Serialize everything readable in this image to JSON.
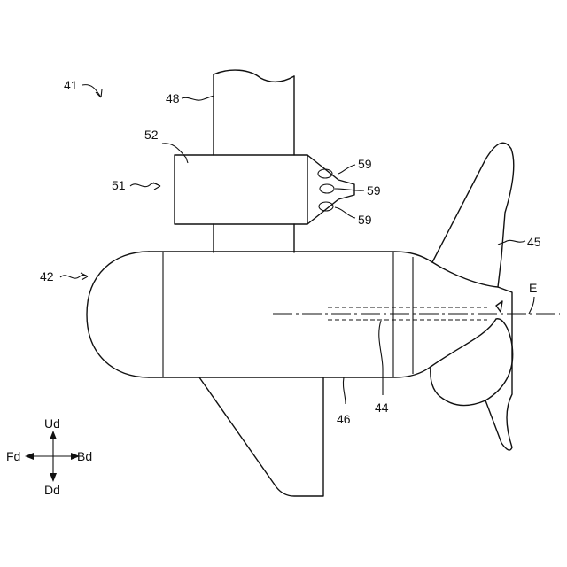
{
  "labels": {
    "assembly": "41",
    "strut": "48",
    "housing_main": "52",
    "housing_group": "51",
    "nozzle_top": "59",
    "nozzle_mid": "59",
    "nozzle_bottom": "59",
    "pod": "42",
    "propeller": "45",
    "axis": "E",
    "shaft": "44",
    "skeg": "46"
  },
  "directions": {
    "up": "Ud",
    "down": "Dd",
    "forward": "Fd",
    "back": "Bd"
  }
}
